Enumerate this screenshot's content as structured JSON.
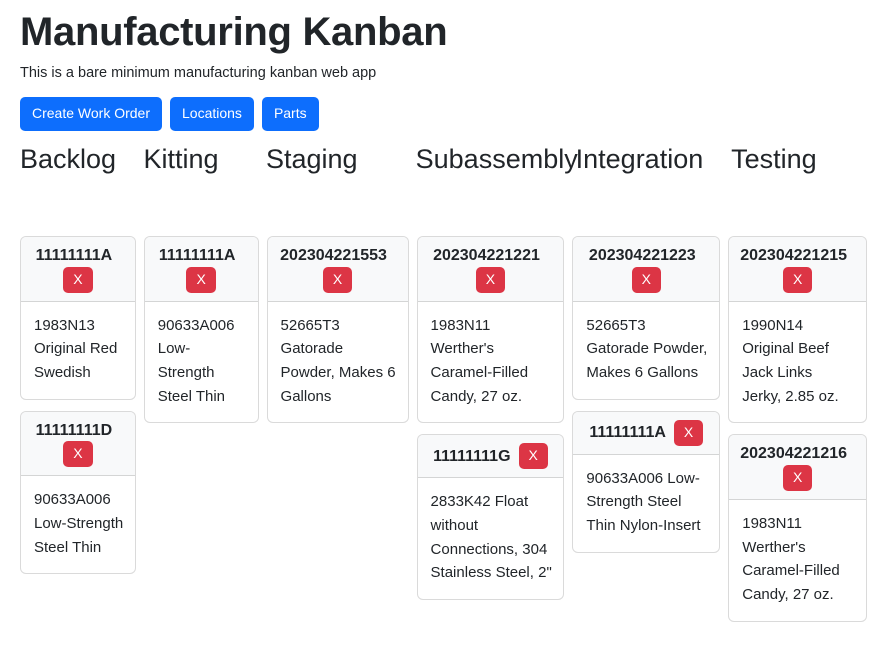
{
  "header": {
    "title": "Manufacturing Kanban",
    "subtitle": "This is a bare minimum manufacturing kanban web app"
  },
  "nav": {
    "buttons": [
      {
        "label": "Create Work Order",
        "name": "create-work-order-button"
      },
      {
        "label": "Locations",
        "name": "locations-button"
      },
      {
        "label": "Parts",
        "name": "parts-button"
      }
    ]
  },
  "colors": {
    "primary": "#0d6efd",
    "danger": "#dc3545",
    "card_header_bg": "#f8f9fa",
    "text": "#212529"
  },
  "board": {
    "delete_label": "X",
    "columns": [
      {
        "title": "Backlog",
        "cards": [
          {
            "id": "11111111A",
            "part": "1983N13 Original Red Swedish"
          },
          {
            "id": "11111111D",
            "part": "90633A006 Low-Strength Steel Thin"
          }
        ]
      },
      {
        "title": "Kitting",
        "cards": [
          {
            "id": "11111111A",
            "part": "90633A006 Low-Strength Steel Thin"
          }
        ]
      },
      {
        "title": "Staging",
        "cards": [
          {
            "id": "202304221553",
            "part": "52665T3 Gatorade Powder, Makes 6 Gallons"
          }
        ]
      },
      {
        "title": "Subassembly",
        "cards": [
          {
            "id": "202304221221",
            "part": "1983N11 Werther's Caramel-Filled Candy, 27 oz."
          },
          {
            "id": "11111111G",
            "part": "2833K42 Float without Connections, 304 Stainless Steel, 2\""
          }
        ]
      },
      {
        "title": "Integration",
        "cards": [
          {
            "id": "202304221223",
            "part": "52665T3 Gatorade Powder, Makes 6 Gallons"
          },
          {
            "id": "11111111A",
            "part": "90633A006 Low-Strength Steel Thin Nylon-Insert"
          }
        ]
      },
      {
        "title": "Testing",
        "cards": [
          {
            "id": "202304221215",
            "part": "1990N14 Original Beef Jack Links Jerky, 2.85 oz."
          },
          {
            "id": "202304221216",
            "part": "1983N11 Werther's Caramel-Filled Candy, 27 oz."
          }
        ]
      }
    ]
  }
}
